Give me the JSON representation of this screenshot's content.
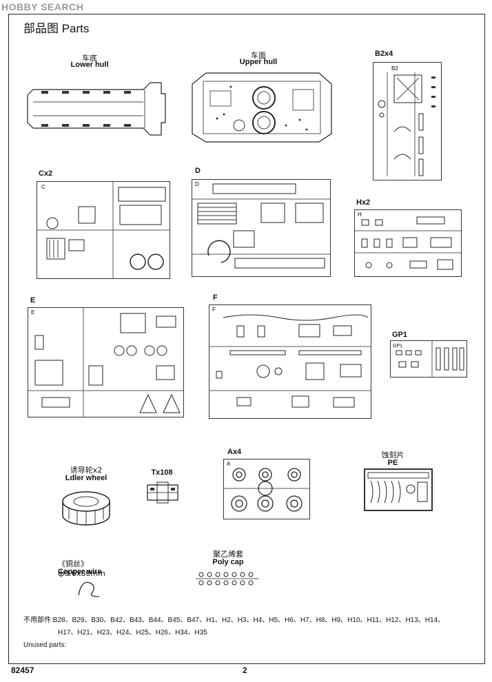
{
  "watermark": "HOBBY SEARCH",
  "page_title": "部品图 Parts",
  "parts": {
    "lower_hull": {
      "zh": "车底",
      "en": "Lower hull"
    },
    "upper_hull": {
      "zh": "车面",
      "en": "Upper hull"
    },
    "b": {
      "label": "B2x4",
      "tag": "B2"
    },
    "c": {
      "label": "Cx2",
      "tag": "C"
    },
    "d": {
      "label": "D",
      "tag": "D"
    },
    "h": {
      "label": "Hx2",
      "tag": "H"
    },
    "e": {
      "label": "E",
      "tag": "E"
    },
    "f": {
      "label": "F",
      "tag": "F"
    },
    "gp": {
      "label": "GP1",
      "tag": "GP1"
    },
    "idler": {
      "zh": "诱导轮x2",
      "en": "Ldler wheel"
    },
    "track": {
      "label": "Tx108"
    },
    "a": {
      "label": "Ax4",
      "tag": "A"
    },
    "pe": {
      "zh": "蚀刻片",
      "en": "PE"
    },
    "copper": {
      "zh": "《铜丝》ф0.6x80mm",
      "en": "Copper wire"
    },
    "polycap": {
      "zh": "聚乙烯套",
      "en": "Poly cap"
    }
  },
  "unused": {
    "line1": "不用部件:B28、B29、B30、B42、B43、B44、B45、B47、H1、H2、H3、H4、H5、H6、H7、H8、H9、H10、H11、H12、H13、H14、",
    "line2": "H17、H21、H23、H24、H25、H26、H34、H35",
    "label_en": "Unused parts:"
  },
  "footer": {
    "code": "82457",
    "page": "2"
  }
}
